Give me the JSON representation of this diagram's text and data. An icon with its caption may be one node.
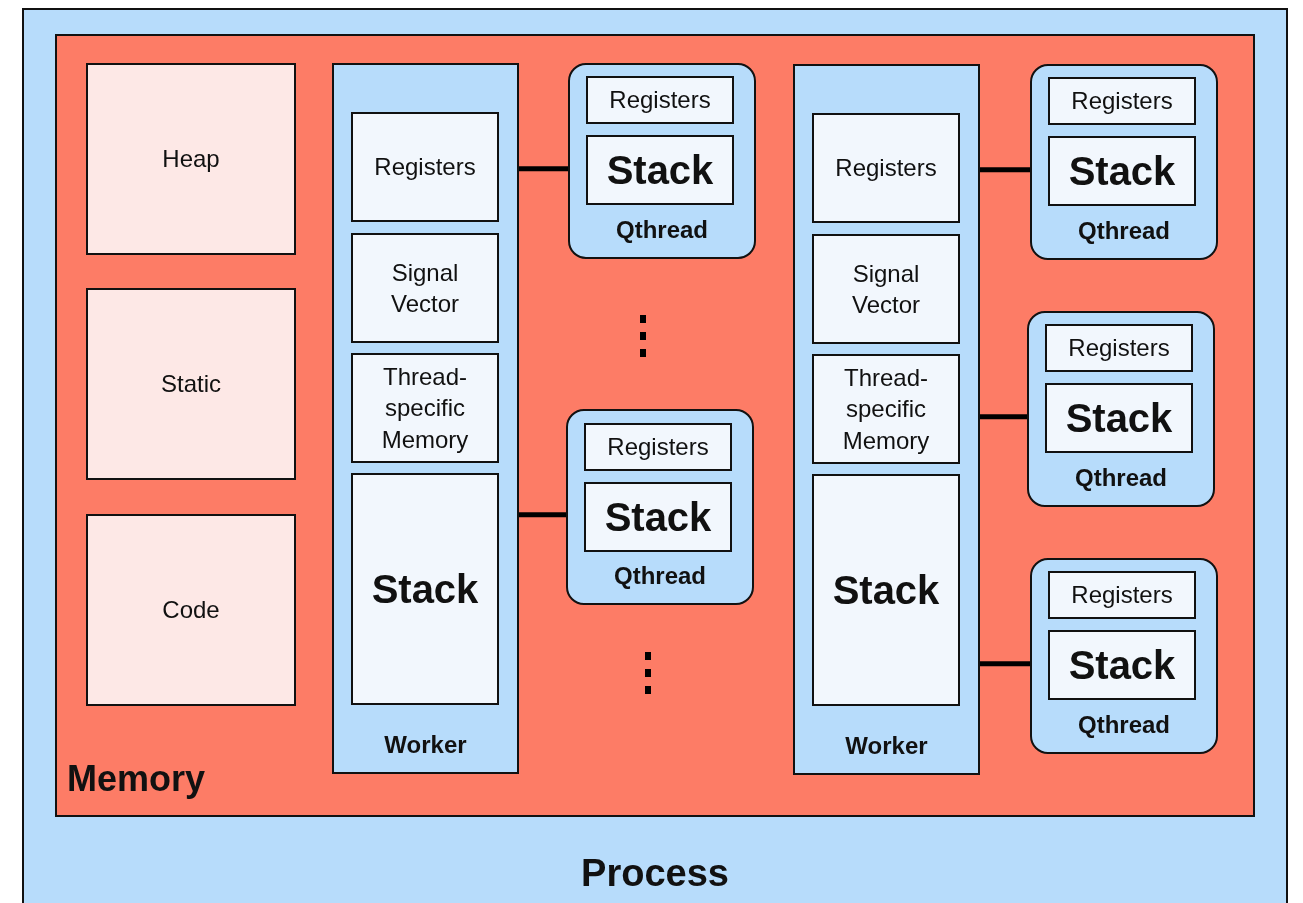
{
  "diagram": {
    "nodes": [
      {
        "text": [
          "Process"
        ]
      },
      {
        "text": [
          "Memory"
        ],
        "in": 0
      },
      {
        "text": [
          "Heap"
        ],
        "in": 1
      },
      {
        "text": [
          "Static"
        ],
        "in": 1
      },
      {
        "text": [
          "Code"
        ],
        "in": 1
      },
      {
        "text": [
          "Worker"
        ],
        "in": 1
      },
      {
        "text": [
          "Registers"
        ],
        "in": 5
      },
      {
        "text": [
          "Signal Vector"
        ],
        "in": 5
      },
      {
        "text": [
          "Thread-specific Memory"
        ],
        "in": 5
      },
      {
        "text": [
          "Stack"
        ],
        "in": 5
      },
      {
        "text": [
          "Qthread"
        ],
        "in": 1
      },
      {
        "text": [
          "Registers"
        ],
        "in": 10
      },
      {
        "text": [
          "Stack"
        ],
        "in": 10
      },
      {
        "text": [
          "Qthread"
        ],
        "in": 1
      },
      {
        "text": [
          "Registers"
        ],
        "in": 13
      },
      {
        "text": [
          "Stack"
        ],
        "in": 13
      },
      {
        "text": [
          "Worker"
        ],
        "in": 1
      },
      {
        "text": [
          "Registers"
        ],
        "in": 16
      },
      {
        "text": [
          "Signal Vector"
        ],
        "in": 16
      },
      {
        "text": [
          "Thread-specific Memory"
        ],
        "in": 16
      },
      {
        "text": [
          "Stack"
        ],
        "in": 16
      },
      {
        "text": [
          "Qthread"
        ],
        "in": 1
      },
      {
        "text": [
          "Registers"
        ],
        "in": 21
      },
      {
        "text": [
          "Stack"
        ],
        "in": 21
      },
      {
        "text": [
          "Qthread"
        ],
        "in": 1
      },
      {
        "text": [
          "Registers"
        ],
        "in": 24
      },
      {
        "text": [
          "Stack"
        ],
        "in": 24
      },
      {
        "text": [
          "Qthread"
        ],
        "in": 1
      },
      {
        "text": [
          "Registers"
        ],
        "in": 27
      },
      {
        "text": [
          "Stack"
        ],
        "in": 27
      }
    ],
    "edges": [
      {
        "from": 5,
        "to": 10,
        "arrow": "none"
      },
      {
        "from": 5,
        "to": 13,
        "arrow": "none"
      },
      {
        "from": 16,
        "to": 21,
        "arrow": "none"
      },
      {
        "from": 16,
        "to": 24,
        "arrow": "none"
      },
      {
        "from": 16,
        "to": 27,
        "arrow": "none"
      }
    ]
  }
}
